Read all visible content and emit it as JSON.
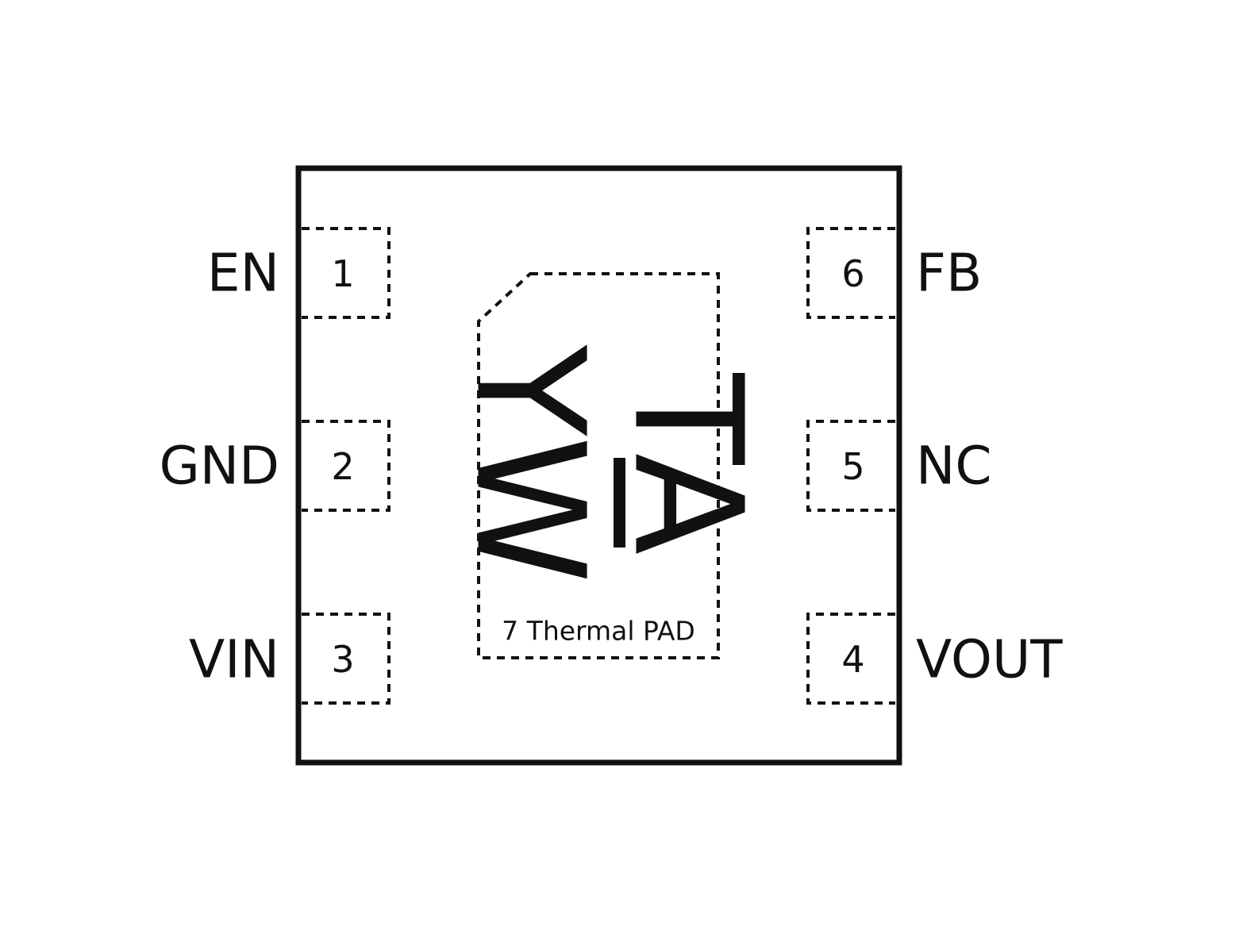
{
  "package": {
    "pins_left": [
      {
        "number": "1",
        "name": "EN"
      },
      {
        "number": "2",
        "name": "GND"
      },
      {
        "number": "3",
        "name": "VIN"
      }
    ],
    "pins_right": [
      {
        "number": "6",
        "name": "FB"
      },
      {
        "number": "5",
        "name": "NC"
      },
      {
        "number": "4",
        "name": "VOUT"
      }
    ],
    "thermal_pad_label": "7 Thermal PAD",
    "marking": {
      "line1": "TA",
      "line2": "YW"
    }
  },
  "colors": {
    "ink": "#111111",
    "background": "#ffffff"
  }
}
